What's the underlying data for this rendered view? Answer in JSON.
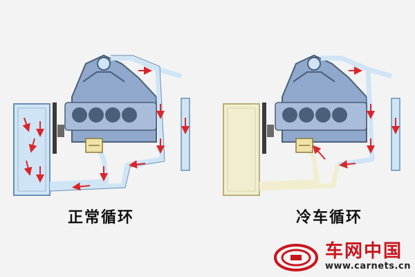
{
  "captions": {
    "left": "正常循环",
    "right": "冷车循环"
  },
  "brand": {
    "name_cn": "车网中国",
    "url": "www.carnets.cn"
  },
  "colors": {
    "coolant": "#cfe5f6",
    "coolant_edge": "#6a8fb5",
    "engine": "#8fa8cc",
    "engine_dark": "#4b5f7a",
    "cold_radiator": "#f1eed0",
    "flow_arrow": "#d9262b",
    "brand_red": "#c8161d"
  }
}
